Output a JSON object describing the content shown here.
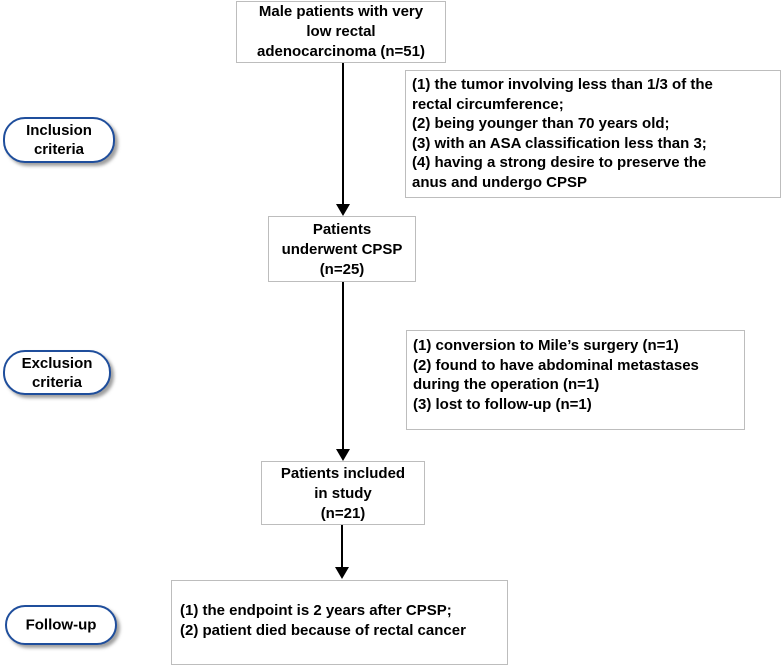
{
  "flow": {
    "start": {
      "lines": [
        "Male patients with very",
        "low rectal",
        "adenocarcinoma (n=51)"
      ]
    },
    "underwent": {
      "lines": [
        "Patients",
        "underwent CPSP",
        "(n=25)"
      ]
    },
    "included": {
      "lines": [
        "Patients included",
        "in study",
        "(n=21)"
      ]
    }
  },
  "criteria": {
    "inclusion": {
      "label_lines": [
        "Inclusion",
        "criteria"
      ],
      "items": [
        "(1) the tumor involving less than 1/3 of the",
        "rectal circumference;",
        "(2) being younger than 70 years old;",
        "(3) with an ASA classification less than 3;",
        "(4) having a strong desire to preserve the",
        "anus and undergo CPSP"
      ]
    },
    "exclusion": {
      "label_lines": [
        "Exclusion",
        "criteria"
      ],
      "items": [
        "(1) conversion to Mile’s surgery (n=1)",
        "(2) found to have abdominal metastases",
        "during the operation (n=1)",
        "(3) lost to follow-up (n=1)"
      ]
    },
    "followup": {
      "label_lines": [
        "Follow-up"
      ],
      "items": [
        "(1) the endpoint is 2 years after CPSP;",
        "(2) patient died because of rectal cancer"
      ]
    }
  },
  "colors": {
    "pill_border": "#1f4e9c",
    "box_border": "#bdbdbd",
    "arrow": "#000000"
  }
}
